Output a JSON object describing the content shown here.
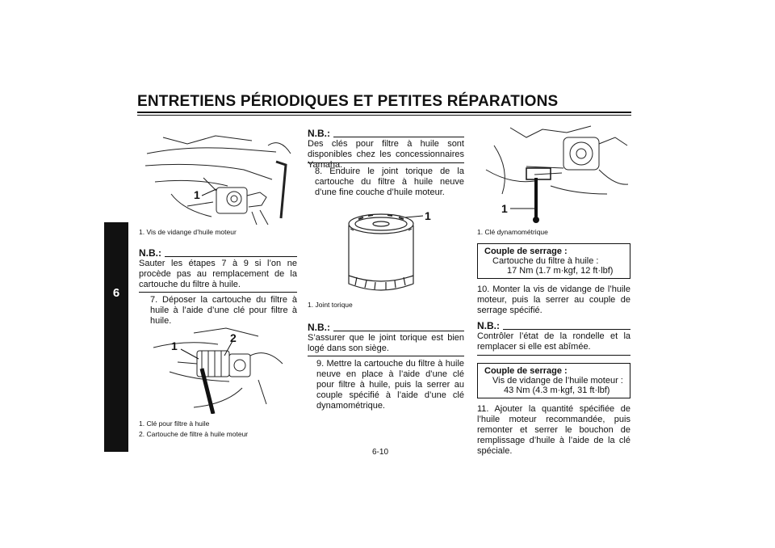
{
  "header": {
    "title": "ENTRETIENS PÉRIODIQUES ET PETITES RÉPARATIONS"
  },
  "chapter_tab": {
    "number": "6"
  },
  "col1": {
    "fig1_label": "1",
    "fig1_caption": "1.  Vis de vidange d’huile moteur",
    "nb1_head": "N.B.:",
    "nb1_text": "Sauter les étapes 7 à 9 si l’on ne procède pas au remplacement de la cartouche du filtre à huile.",
    "step7": "7.  Déposer la cartouche du filtre à huile à l’aide d’une clé pour filtre à huile.",
    "fig2_label1": "1",
    "fig2_label2": "2",
    "fig2_caption1": "1.  Clé pour filtre à huile",
    "fig2_caption2": "2.  Cartouche de filtre à huile moteur"
  },
  "col2": {
    "nb2_head": "N.B.:",
    "nb2_text": "Des clés pour filtre à huile sont disponibles chez les concessionnaires Yamaha.",
    "step8": "8.  Enduire le joint torique de la cartouche du filtre à huile neuve d’une fine couche d’huile moteur.",
    "fig3_label": "1",
    "fig3_caption": "1.  Joint torique",
    "nb3_head": "N.B.:",
    "nb3_text": "S’assurer que le joint torique est bien logé dans son siège.",
    "step9": "9.  Mettre la cartouche du filtre à huile neuve en place à l’aide d’une clé pour filtre à huile, puis la serrer au couple spécifié à l’aide d’une clé dynamométrique."
  },
  "col3": {
    "fig4_label": "1",
    "fig4_caption": "1.  Clé dynamométrique",
    "torque1_head": "Couple de serrage :",
    "torque1_item": "Cartouche du filtre à huile :",
    "torque1_value": "17 Nm (1.7 m·kgf, 12 ft·lbf)",
    "step10": "10.  Monter la vis de vidange de l’huile moteur, puis la serrer au couple de serrage spécifié.",
    "nb4_head": "N.B.:",
    "nb4_text": "Contrôler l’état de la rondelle et la remplacer si elle est abîmée.",
    "torque2_head": "Couple de serrage :",
    "torque2_item": "Vis de vidange de l’huile moteur :",
    "torque2_value": "43 Nm (4.3 m·kgf, 31 ft·lbf)",
    "step11": "11.  Ajouter la quantité spécifiée de l’huile moteur recommandée, puis remonter et serrer le bouchon de remplissage d’huile à l’aide de la clé spéciale."
  },
  "footer": {
    "page_number": "6-10"
  }
}
